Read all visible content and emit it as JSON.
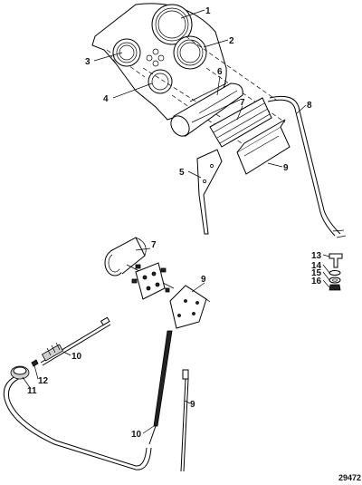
{
  "diagram": {
    "reference_number": "29472",
    "callouts": [
      {
        "id": "c1",
        "label": "1"
      },
      {
        "id": "c2",
        "label": "2"
      },
      {
        "id": "c3",
        "label": "3"
      },
      {
        "id": "c4",
        "label": "4"
      },
      {
        "id": "c5",
        "label": "5"
      },
      {
        "id": "c6",
        "label": "6"
      },
      {
        "id": "c7a",
        "label": "7"
      },
      {
        "id": "c8",
        "label": "8"
      },
      {
        "id": "c9a",
        "label": "9"
      },
      {
        "id": "c13",
        "label": "13"
      },
      {
        "id": "c14",
        "label": "14"
      },
      {
        "id": "c15",
        "label": "15"
      },
      {
        "id": "c16",
        "label": "16"
      },
      {
        "id": "c7b",
        "label": "7"
      },
      {
        "id": "c9b",
        "label": "9"
      },
      {
        "id": "c10a",
        "label": "10"
      },
      {
        "id": "c12",
        "label": "12"
      },
      {
        "id": "c11",
        "label": "11"
      },
      {
        "id": "c9c",
        "label": "9"
      },
      {
        "id": "c10b",
        "label": "10"
      }
    ]
  }
}
